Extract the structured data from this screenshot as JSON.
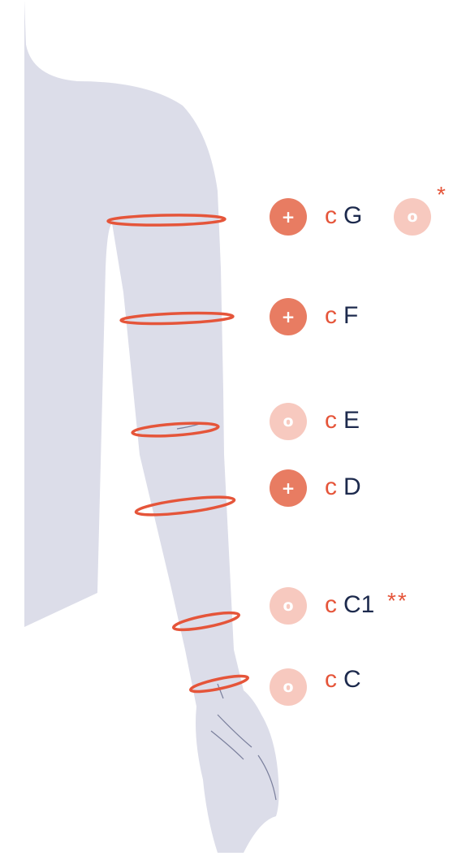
{
  "colors": {
    "body": "#dcdde9",
    "ring": "#e5553a",
    "badge_plus": "#e87c62",
    "badge_zero": "#f7c9bf",
    "code_text": "#1d2a4d"
  },
  "prefix_letter": "c",
  "measurements": [
    {
      "code": "G",
      "badge": "+",
      "badge_type": "plus",
      "extra_badge": "o",
      "note": "*"
    },
    {
      "code": "F",
      "badge": "+",
      "badge_type": "plus"
    },
    {
      "code": "E",
      "badge": "o",
      "badge_type": "zero"
    },
    {
      "code": "D",
      "badge": "+",
      "badge_type": "plus"
    },
    {
      "code": "C1",
      "badge": "o",
      "badge_type": "zero",
      "note": "**"
    },
    {
      "code": "C",
      "badge": "o",
      "badge_type": "zero"
    }
  ]
}
